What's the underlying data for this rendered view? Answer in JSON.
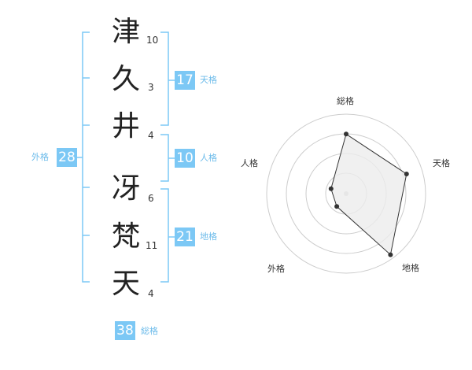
{
  "name": {
    "chars": [
      {
        "char": "津",
        "strokes": "10"
      },
      {
        "char": "久",
        "strokes": "3"
      },
      {
        "char": "井",
        "strokes": "4"
      },
      {
        "char": "冴",
        "strokes": "6"
      },
      {
        "char": "梵",
        "strokes": "11"
      },
      {
        "char": "天",
        "strokes": "4"
      }
    ]
  },
  "fortunes": {
    "tenkaku": {
      "value": "17",
      "label": "天格"
    },
    "jinkaku": {
      "value": "10",
      "label": "人格"
    },
    "chikaku": {
      "value": "21",
      "label": "地格"
    },
    "gaikaku": {
      "value": "28",
      "label": "外格"
    },
    "soukaku": {
      "value": "38",
      "label": "総格"
    }
  },
  "colors": {
    "accent": "#7cc8f5",
    "bracket": "#7cc8f5",
    "label": "#6cbbea",
    "radar_fill": "#ececec",
    "radar_line": "#333333",
    "grid": "#cccccc"
  },
  "chart_data": {
    "type": "radar",
    "axes": [
      "総格",
      "天格",
      "地格",
      "外格",
      "人格"
    ],
    "series": [
      {
        "values": [
          0.75,
          0.8,
          0.95,
          0.2,
          0.2
        ]
      }
    ],
    "range": [
      0,
      1
    ],
    "rings": 4
  }
}
